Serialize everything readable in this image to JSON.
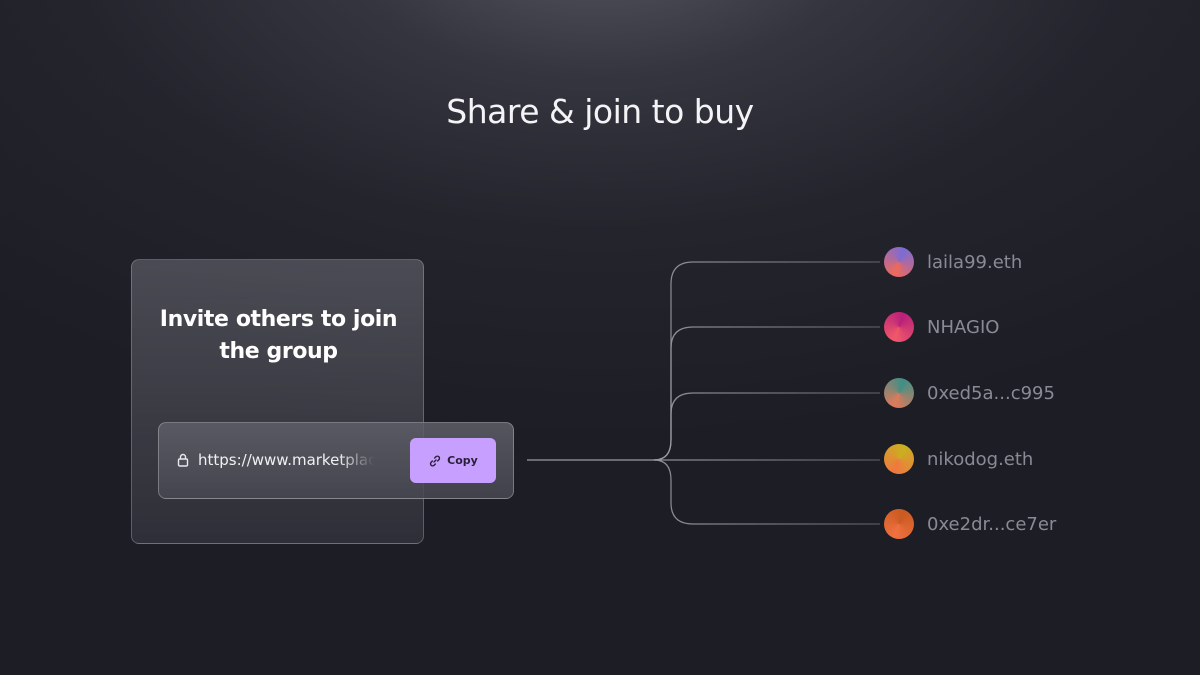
{
  "headline": "Share & join to buy",
  "invite_card": {
    "title": "Invite others to join the group",
    "link_url": "https://www.marketplace",
    "copy_label": "Copy",
    "lock_icon": "lock-icon",
    "copy_icon": "link-icon"
  },
  "members": [
    {
      "name": "laila99.eth",
      "colors": [
        "#ee6a5a",
        "#7b6bd6"
      ]
    },
    {
      "name": "NHAGIO",
      "colors": [
        "#f0586a",
        "#b8207a"
      ]
    },
    {
      "name": "0xed5a...c995",
      "colors": [
        "#e07a5a",
        "#3f8f86"
      ]
    },
    {
      "name": "nikodog.eth",
      "colors": [
        "#f07840",
        "#c9b020"
      ]
    },
    {
      "name": "0xe2dr...ce7er",
      "colors": [
        "#f07040",
        "#c95a20"
      ]
    }
  ],
  "colors": {
    "accent": "#c7a0ff",
    "connector": "#8e8e98",
    "member_text": "#8a8a96"
  }
}
